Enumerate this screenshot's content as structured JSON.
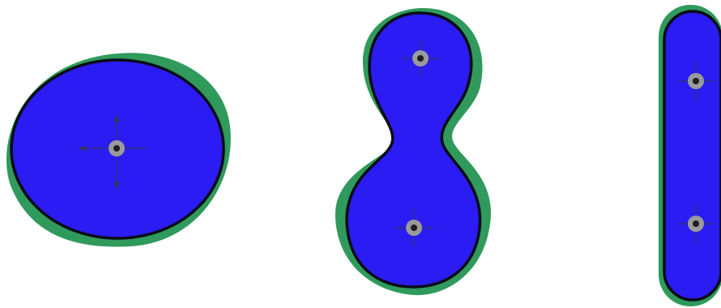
{
  "figure": {
    "description_free": true,
    "panels": [
      {
        "id": "ellipse",
        "shape": "single-lobe",
        "markers": 1
      },
      {
        "id": "peanut",
        "shape": "two-lobe",
        "markers": 2
      },
      {
        "id": "capsule",
        "shape": "elongated",
        "markers": 2
      }
    ]
  },
  "colors": {
    "background": "#ffffff",
    "fill": "#2a1cf2",
    "outline": "#0b0b18",
    "halo": "#2f9a5b",
    "marker_ring": "#9a9a9a",
    "marker_center": "#1e1e1e",
    "axis": "#3b3b3b"
  },
  "icons": {
    "marker": "centroid-marker-icon",
    "arrow": "axis-arrow-icon"
  }
}
